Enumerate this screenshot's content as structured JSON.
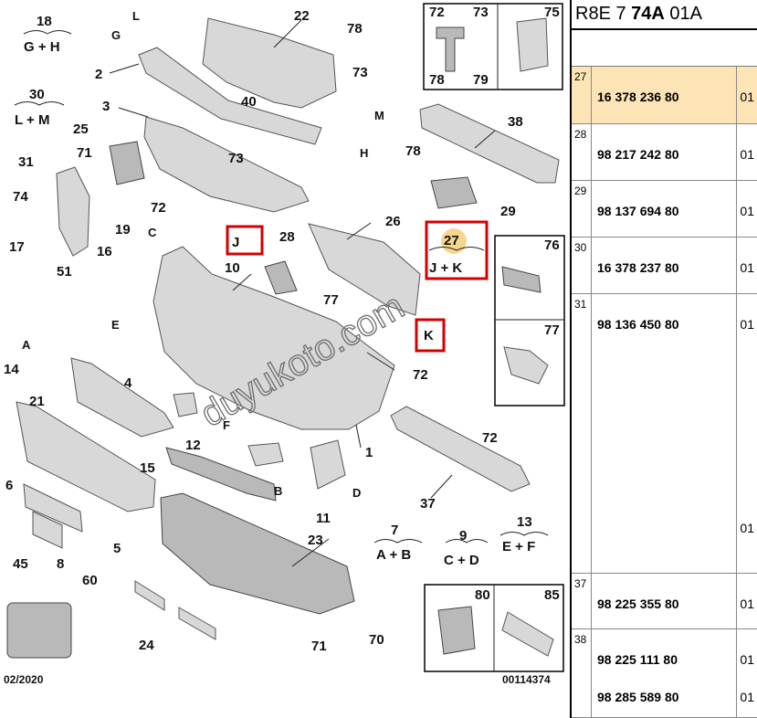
{
  "diagram": {
    "labels": [
      "18",
      "G + H",
      "L",
      "G",
      "22",
      "78",
      "2",
      "40",
      "73",
      "M",
      "H",
      "30",
      "L + M",
      "3",
      "25",
      "71",
      "73",
      "31",
      "74",
      "17",
      "72",
      "J",
      "19",
      "C",
      "16",
      "28",
      "10",
      "26",
      "27",
      "J + K",
      "76",
      "51",
      "E",
      "77",
      "K",
      "72",
      "A",
      "4",
      "77",
      "14",
      "21",
      "F",
      "12",
      "15",
      "72",
      "1",
      "B",
      "D",
      "37",
      "6",
      "11",
      "23",
      "5",
      "45",
      "8",
      "7",
      "A + B",
      "9",
      "C + D",
      "13",
      "E + F",
      "60",
      "24",
      "71",
      "70",
      "72",
      "73",
      "75",
      "78",
      "79",
      "38",
      "78",
      "29",
      "80",
      "85"
    ],
    "footer_left": "02/2020",
    "footer_right": "00114374",
    "watermark": "duyukoto.com"
  },
  "panel": {
    "title_pre": "R8E 7 ",
    "title_bold": "74A",
    "title_post": " 01A",
    "rows": [
      {
        "idx": "27",
        "part": "16 378 236 80",
        "qty": "01",
        "highlight": true
      },
      {
        "idx": "28",
        "part": "98 217 242 80",
        "qty": "01"
      },
      {
        "idx": "29",
        "part": "98 137 694 80",
        "qty": "01"
      },
      {
        "idx": "30",
        "part": "16 378 237 80",
        "qty": "01"
      },
      {
        "idx": "31",
        "part": "98 136 450 80",
        "qty": "01",
        "qty2": "01"
      },
      {
        "idx": "37",
        "part": "98 225 355 80",
        "qty": "01"
      },
      {
        "idx": "38",
        "part": "98 225 111 80",
        "qty": "01",
        "part2": "98 285 589 80",
        "qty2": "01"
      }
    ]
  }
}
